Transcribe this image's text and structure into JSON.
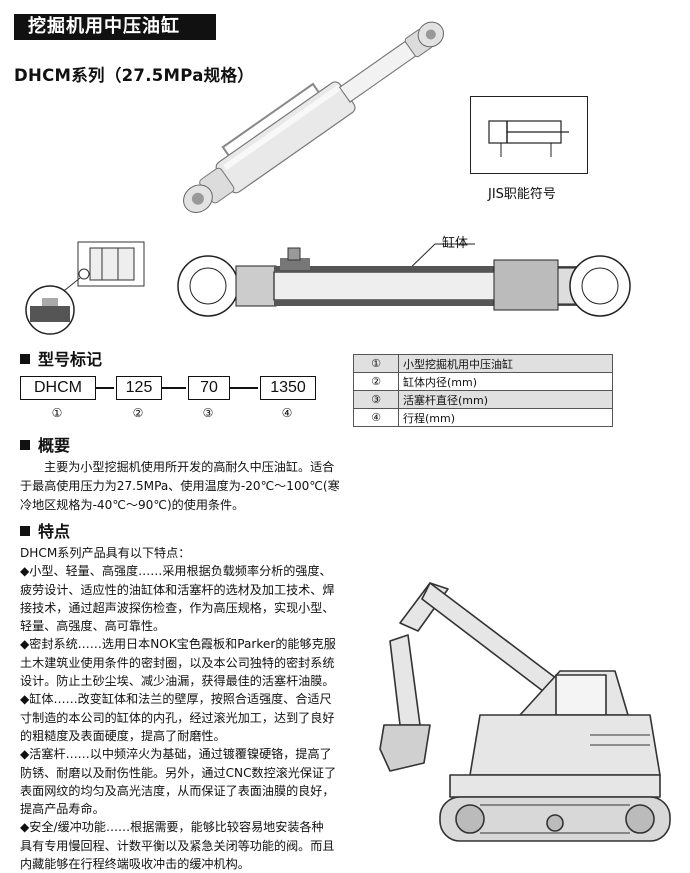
{
  "header": {
    "title": "挖掘机用中压油缸",
    "series": "DHCM系列（27.5MPa规格）"
  },
  "diagram": {
    "jis_label": "JIS职能符号",
    "cylinder_label": "缸体"
  },
  "model_code": {
    "heading": "型号标记",
    "parts": [
      "DHCM",
      "125",
      "70",
      "1350"
    ],
    "markers": [
      "①",
      "②",
      "③",
      "④"
    ],
    "legend": [
      {
        "num": "①",
        "text": "小型挖掘机用中压油缸"
      },
      {
        "num": "②",
        "text": "缸体内径(mm)"
      },
      {
        "num": "③",
        "text": "活塞杆直径(mm)"
      },
      {
        "num": "④",
        "text": "行程(mm)"
      }
    ]
  },
  "overview": {
    "heading": "概要",
    "lines": [
      "主要为小型挖掘机使用所开发的高耐久中压油缸。适合",
      "于最高使用压力为27.5MPa、使用温度为-20℃～100℃(寒",
      "冷地区规格为-40℃～90℃)的使用条件。"
    ]
  },
  "features": {
    "heading": "特点",
    "lines": [
      "DHCM系列产品具有以下特点：",
      "◆小型、轻量、高强度……采用根据负载频率分析的强度、",
      "疲劳设计、适应性的油缸体和活塞杆的选材及加工技术、焊",
      "接技术，通过超声波探伤检查，作为高压规格，实现小型、",
      "轻量、高强度、高可靠性。",
      "◆密封系统……选用日本NOK宝色霞板和Parker的能够克服",
      "土木建筑业使用条件的密封圈，以及本公司独特的密封系统",
      "设计。防止土砂尘埃、减少油漏，获得最佳的活塞杆油膜。",
      "◆缸体……改变缸体和法兰的壁厚，按照合适强度、合适尺",
      "寸制造的本公司的缸体的内孔，经过滚光加工，达到了良好",
      "的粗糙度及表面硬度，提高了耐磨性。",
      "◆活塞杆……以中频淬火为基础，通过镀覆镍硬铬，提高了",
      "防锈、耐磨以及耐伤性能。另外，通过CNC数控滚光保证了",
      "表面网纹的均匀及高光洁度，从而保证了表面油膜的良好，",
      "提高产品寿命。",
      "◆安全/缓冲功能……根据需要，能够比较容易地安装各种",
      "具有专用慢回程、计数平衡以及紧急关闭等功能的阀。而且",
      "内藏能够在行程终端吸收冲击的缓冲机构。"
    ]
  }
}
